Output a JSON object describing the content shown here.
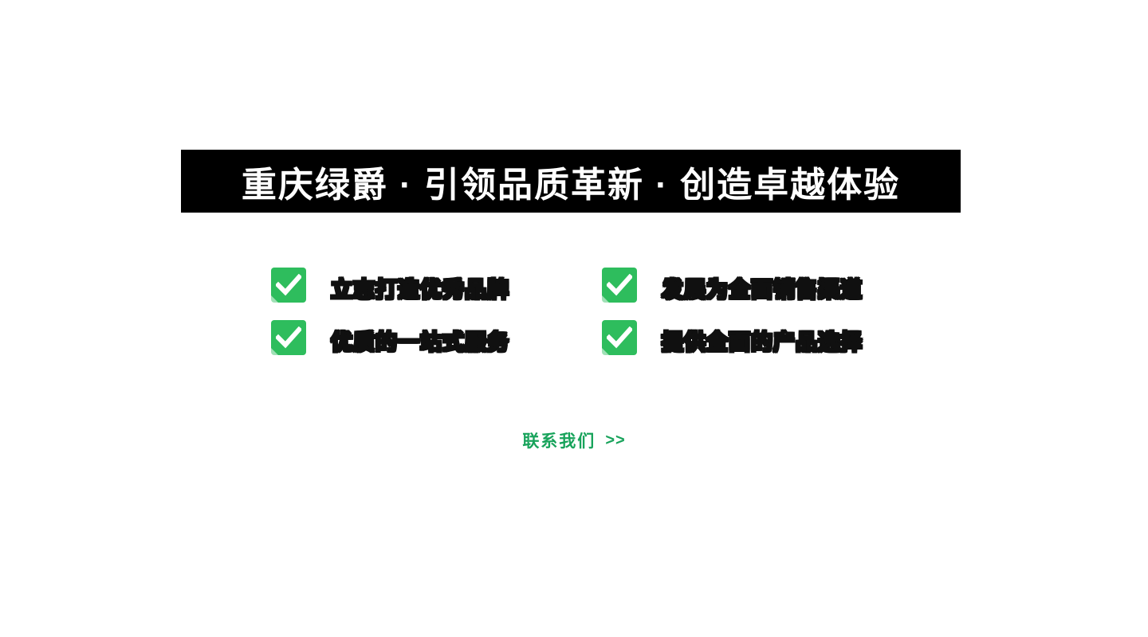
{
  "banner": {
    "title": "重庆绿爵 · 引领品质革新 · 创造卓越体验",
    "bg_color": "#000000",
    "text_color": "#ffffff"
  },
  "features": {
    "icon": "check-icon",
    "icon_color": "#2ebd5d",
    "items": [
      {
        "label": "立志打造优秀品牌"
      },
      {
        "label": "发展为全面销售渠道"
      },
      {
        "label": "优质的一站式服务"
      },
      {
        "label": "提供全面的产品选择"
      }
    ]
  },
  "contact": {
    "label": "联系我们",
    "arrows": ">>",
    "color": "#18a35b"
  }
}
